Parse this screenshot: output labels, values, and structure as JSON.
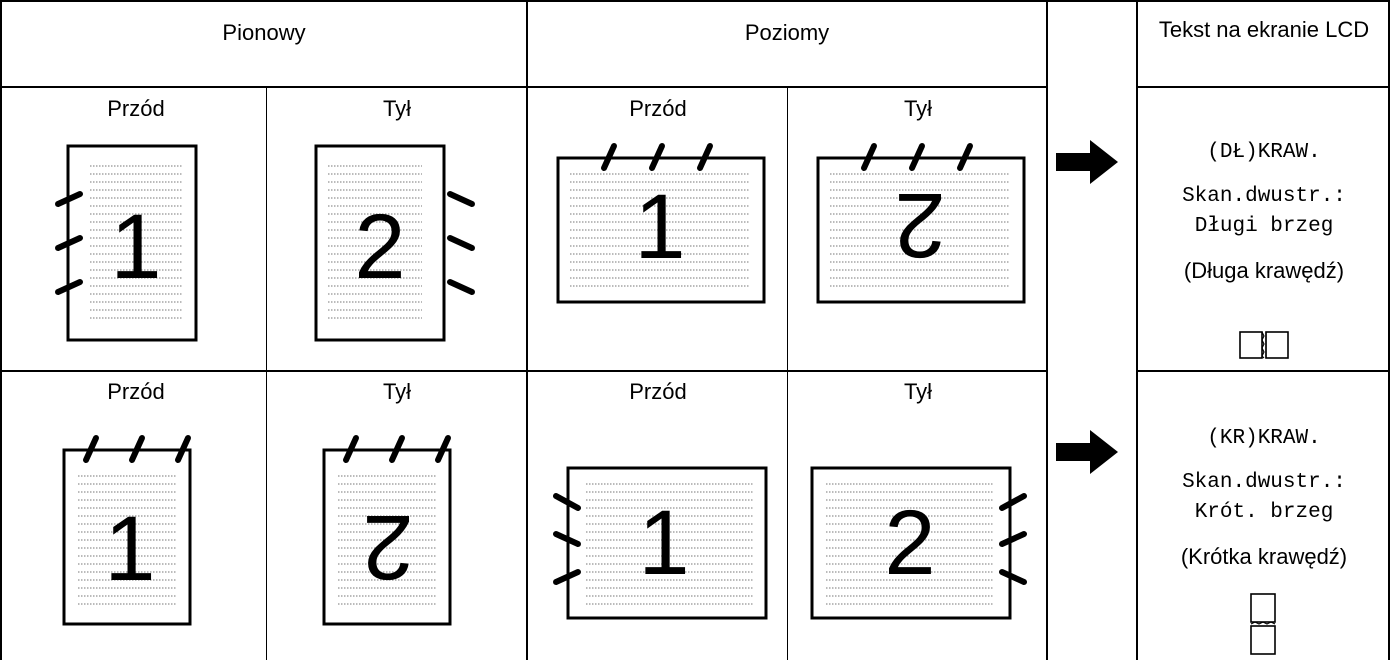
{
  "headers": {
    "portrait": "Pionowy",
    "landscape": "Poziomy",
    "lcd_text": "Tekst na ekranie LCD"
  },
  "labels": {
    "front": "Przód",
    "back": "Tył"
  },
  "rows": [
    {
      "lcd_line1": "(DŁ)KRAW.",
      "lcd_line2": "Skan.dwustr.:",
      "lcd_line3": "Długi brzeg",
      "caption": "(Długa krawędź)",
      "binding_icon": "long-edge-book-icon"
    },
    {
      "lcd_line1": "(KR)KRAW.",
      "lcd_line2": "Skan.dwustr.:",
      "lcd_line3": "Krót. brzeg",
      "caption": "(Krótka krawędź)",
      "binding_icon": "short-edge-book-icon"
    }
  ],
  "pages": {
    "one": "1",
    "two": "2"
  }
}
